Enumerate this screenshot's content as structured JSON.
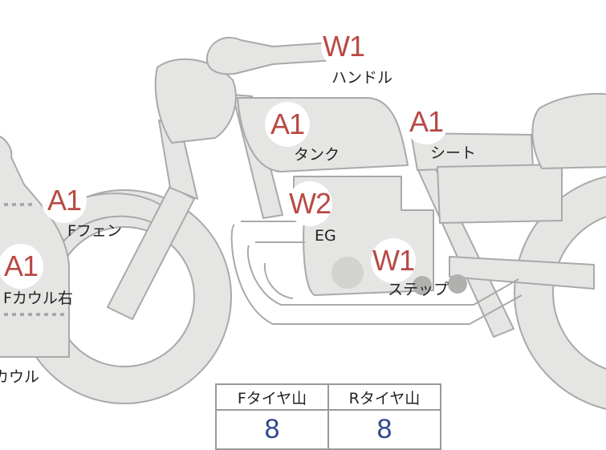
{
  "parts": {
    "handle": {
      "grade": "W1",
      "label": "ハンドル"
    },
    "tank": {
      "grade": "A1",
      "label": "タンク"
    },
    "seat": {
      "grade": "A1",
      "label": "シート"
    },
    "f_fender": {
      "grade": "A1",
      "label": "Fフェン"
    },
    "engine": {
      "grade": "W2",
      "label": "EG"
    },
    "step": {
      "grade": "W1",
      "label": "ステップ"
    },
    "f_cowl_right": {
      "grade": "A1",
      "label": "Fカウル右"
    },
    "cowl": {
      "label": "カウル"
    }
  },
  "tire_table": {
    "headers": [
      "Fタイヤ山",
      "Rタイヤ山"
    ],
    "values": [
      "8",
      "8"
    ]
  },
  "colors": {
    "grade": "#b84a45",
    "tire_value": "#2f4a8a",
    "body_fill": "#e5e5e3",
    "body_stroke": "#a9a9a9"
  }
}
